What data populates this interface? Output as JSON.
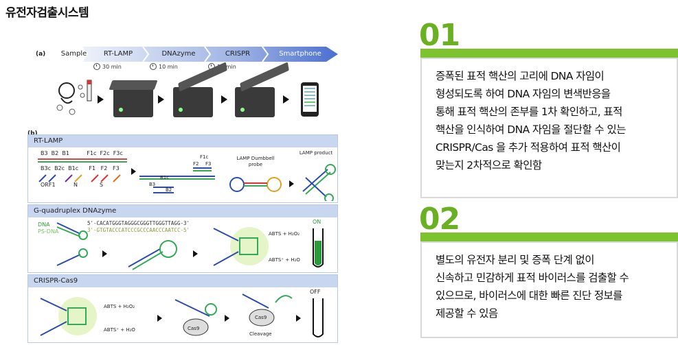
{
  "title": "유전자검출시스템",
  "figure": {
    "panel_a": "(a)",
    "panel_b": "(b)",
    "workflow_steps": [
      "Sample",
      "RT-LAMP",
      "DNAzyme",
      "CRISPR",
      "Smartphone"
    ],
    "timers": [
      "30 min",
      "10 min",
      "10 min"
    ],
    "rt_lamp": {
      "header": "RT-LAMP",
      "primers_top": "B3  B2  B1          F1c  F2c  F3c",
      "primers_bottom": "B3c  B2c  B1c      F1   F2   F3",
      "genes": [
        "ORF1",
        "N",
        "S"
      ],
      "mid_labels": [
        "B1c",
        "B3",
        "B2"
      ],
      "right_labels": [
        "F1c",
        "F2",
        "F3"
      ],
      "probe_label": "LAMP Dumbbell probe",
      "product_label": "LAMP product"
    },
    "dnazyme": {
      "header": "G-quadruplex DNAzyme",
      "dna_label": "DNA",
      "ps_dna_label": "PS-DNA",
      "seq_top": "5'-CACATGGGTAGGGCGGGTTGGGTTAGG-3'",
      "seq_bottom": "3'-GTGTACCCATCCCGCCCAACCCAATCC-5'",
      "abts_top": "ABTS + H₂O₂",
      "abts_bottom": "ABTS⁺ + H₂O",
      "tube_label": "ON"
    },
    "crispr": {
      "header": "CRISPR-Cas9",
      "abts_top": "ABTS + H₂O₂",
      "abts_bottom": "ABTS⁺ + H₂O",
      "cas_label_1": "Cas9",
      "cas_label_2": "Cas9",
      "cleavage_label": "Cleavage",
      "tube_label": "OFF"
    }
  },
  "sections": [
    {
      "number": "01",
      "text": "증폭된 표적 핵산의 고리에 DNA 자임이\n형성되도록 하여 DNA 자임의 변색반응을\n통해 표적 핵산의 존부를 1차 확인하고, 표적\n핵산을 인식하여 DNA 자임을 절단할 수 있는\nCRISPR/Cas 을 추가 적용하여  표적 핵산이\n맞는지 2차적으로 확인함"
    },
    {
      "number": "02",
      "text": "별도의 유전자 분리 및 증폭 단계 없이\n신속하고 민감하게 표적 바이러스를 검출할 수\n있으므로, 바이러스에 대한 빠른 진단 정보를\n제공할 수 있음"
    }
  ],
  "colors": {
    "accent_green": "#7cc32e",
    "number_green": "#6ab023",
    "panel_header": "#c9d6ef",
    "workflow_start": "#e6ecf8",
    "workflow_end": "#4a6fd0"
  }
}
